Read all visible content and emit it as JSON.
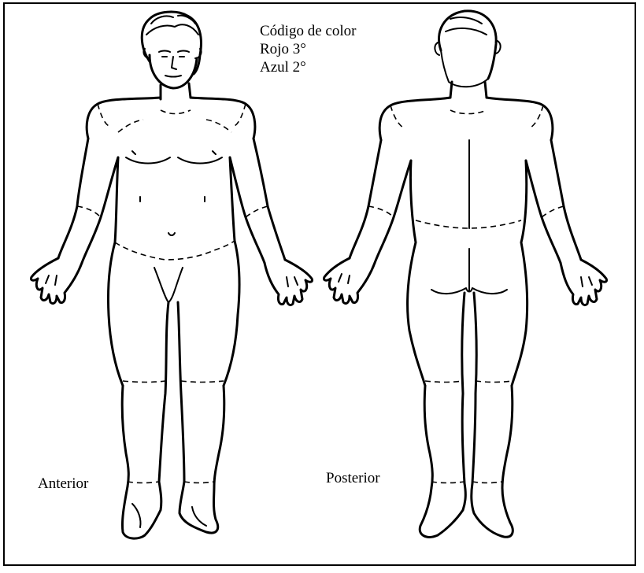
{
  "legend": {
    "title": "Código de color",
    "items": [
      "Rojo 3°",
      "Azul 2°"
    ]
  },
  "views": {
    "anterior": "Anterior",
    "posterior": "Posterior"
  }
}
